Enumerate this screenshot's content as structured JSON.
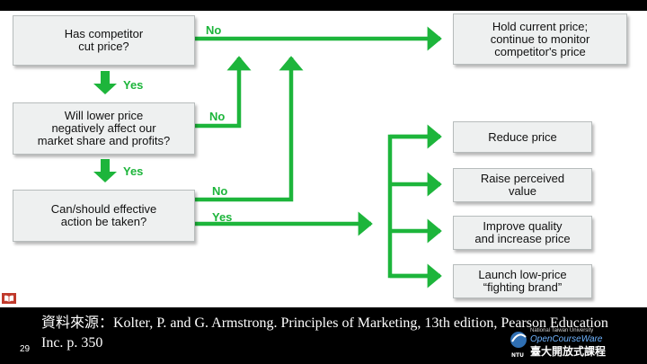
{
  "nodes": {
    "cut_price": "Has competitor\ncut price?",
    "lower_price": "Will lower price\nnegatively affect our\nmarket share and profits?",
    "effective_action": "Can/should effective\naction be taken?",
    "hold_price": "Hold current price;\ncontinue to monitor\ncompetitor's price",
    "reduce_price": "Reduce price",
    "raise_value": "Raise perceived\nvalue",
    "improve_quality": "Improve quality\nand increase price",
    "launch_brand": "Launch low-price\n“fighting brand”"
  },
  "labels": {
    "no1": "No",
    "yes1": "Yes",
    "no2": "No",
    "yes2": "Yes",
    "no3": "No",
    "yes3": "Yes"
  },
  "footer": {
    "citation": "資料來源：Kolter, P. and G. Armstrong. Principles of Marketing, 13th edition, Pearson Education Inc. p. 350",
    "slide_number": "29",
    "logo_line1": "National Taiwan University",
    "logo_line2": "OpenCourseWare",
    "logo_line3": "臺大開放式課程",
    "logo_abbr": "NTU"
  },
  "colors": {
    "arrow": "#1db53b",
    "box_fill": "#eef0f0",
    "background": "#000000"
  }
}
